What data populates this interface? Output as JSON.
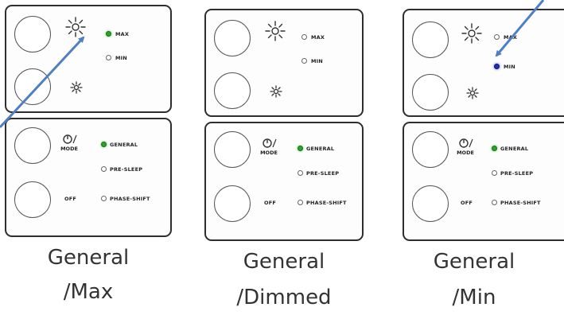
{
  "panels": [
    {
      "caption_line1": "General",
      "caption_line2": "/Max",
      "level_labels": {
        "max": "MAX",
        "min": "MIN"
      },
      "mode_label_line1": "MODE",
      "off_label": "OFF",
      "mode_labels": {
        "general": "GENERAL",
        "pre_sleep": "PRE-SLEEP",
        "phase_shift": "PHASE-SHIFT"
      },
      "active_level": "max",
      "active_mode": "general"
    },
    {
      "caption_line1": "General",
      "caption_line2": "/Dimmed",
      "level_labels": {
        "max": "MAX",
        "min": "MIN"
      },
      "mode_label_line1": "MODE",
      "off_label": "OFF",
      "mode_labels": {
        "general": "GENERAL",
        "pre_sleep": "PRE-SLEEP",
        "phase_shift": "PHASE-SHIFT"
      },
      "active_level": "none",
      "active_mode": "general"
    },
    {
      "caption_line1": "General",
      "caption_line2": "/Min",
      "level_labels": {
        "max": "MAX",
        "min": "MIN"
      },
      "mode_label_line1": "MODE",
      "off_label": "OFF",
      "mode_labels": {
        "general": "GENERAL",
        "pre_sleep": "PRE-SLEEP",
        "phase_shift": "PHASE-SHIFT"
      },
      "active_level": "min",
      "active_mode": "general"
    }
  ],
  "colors": {
    "led_green": "#2fa12f",
    "led_blue": "#1f2fb0",
    "arrow": "#4f7fc0"
  },
  "icons": {
    "bright": "sun-bright-icon",
    "dim": "sun-dim-icon",
    "mode": "power-icon",
    "arrow": "pointer-arrow-icon"
  }
}
